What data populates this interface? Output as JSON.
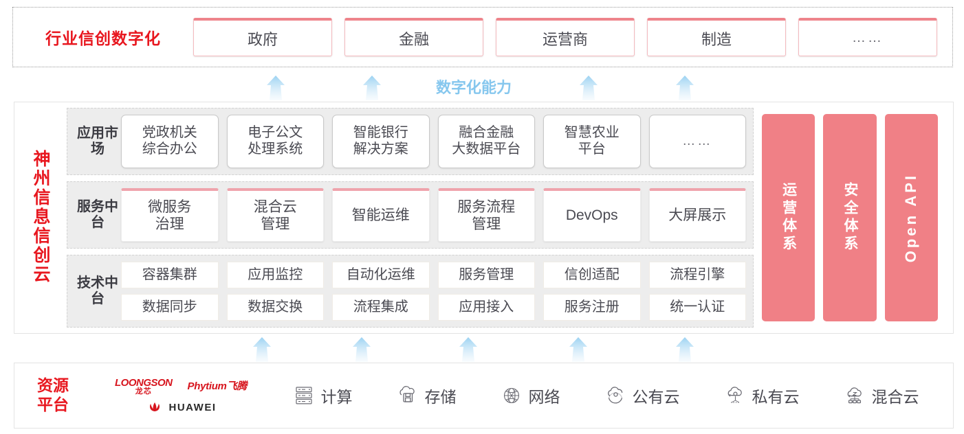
{
  "industry": {
    "title": "行业信创数字化",
    "cards": [
      {
        "label": "政府"
      },
      {
        "label": "金融"
      },
      {
        "label": "运营商"
      },
      {
        "label": "制造"
      },
      {
        "label": "……"
      }
    ]
  },
  "capability": {
    "label": "数字化能力",
    "color": "#86C7EE",
    "arrow_count_top": 4,
    "arrow_count_bottom": 5
  },
  "cloud": {
    "title": "神州信息信创云",
    "layers": [
      {
        "name": "应用市场",
        "cards": [
          {
            "line1": "党政机关",
            "line2": "综合办公"
          },
          {
            "line1": "电子公文",
            "line2": "处理系统"
          },
          {
            "line1": "智能银行",
            "line2": "解决方案"
          },
          {
            "line1": "融合金融",
            "line2": "大数据平台"
          },
          {
            "line1": "智慧农业",
            "line2": "平台"
          },
          {
            "line1": "……",
            "line2": ""
          }
        ]
      },
      {
        "name": "服务中台",
        "cards": [
          {
            "line1": "微服务",
            "line2": "治理"
          },
          {
            "line1": "混合云",
            "line2": "管理"
          },
          {
            "line1": "智能运维",
            "line2": ""
          },
          {
            "line1": "服务流程",
            "line2": "管理"
          },
          {
            "line1": "DevOps",
            "line2": ""
          },
          {
            "line1": "大屏展示",
            "line2": ""
          }
        ]
      },
      {
        "name": "技术中台",
        "row1": [
          {
            "label": "容器集群"
          },
          {
            "label": "应用监控"
          },
          {
            "label": "自动化运维"
          },
          {
            "label": "服务管理"
          },
          {
            "label": "信创适配"
          },
          {
            "label": "流程引擎"
          }
        ],
        "row2": [
          {
            "label": "数据同步"
          },
          {
            "label": "数据交换"
          },
          {
            "label": "流程集成"
          },
          {
            "label": "应用接入"
          },
          {
            "label": "服务注册"
          },
          {
            "label": "统一认证"
          }
        ]
      }
    ],
    "pillars": [
      {
        "label": "运营体系",
        "type": "cjk"
      },
      {
        "label": "安全体系",
        "type": "cjk"
      },
      {
        "label": "Open API",
        "type": "latin"
      }
    ],
    "pillar_color": "#F08086"
  },
  "resource": {
    "title_line1": "资源",
    "title_line2": "平台",
    "vendors": [
      {
        "name": "LOONGSON",
        "cn": "龙芯",
        "id": "loongson-logo"
      },
      {
        "name": "Phytium飞腾",
        "id": "phytium-logo"
      },
      {
        "name": "HUAWEI",
        "id": "huawei-logo"
      }
    ],
    "items": [
      {
        "label": "计算",
        "icon": "server-icon"
      },
      {
        "label": "存储",
        "icon": "cloud-storage-icon"
      },
      {
        "label": "网络",
        "icon": "network-icon"
      },
      {
        "label": "公有云",
        "icon": "public-cloud-icon"
      },
      {
        "label": "私有云",
        "icon": "private-cloud-icon"
      },
      {
        "label": "混合云",
        "icon": "hybrid-cloud-icon"
      }
    ]
  }
}
